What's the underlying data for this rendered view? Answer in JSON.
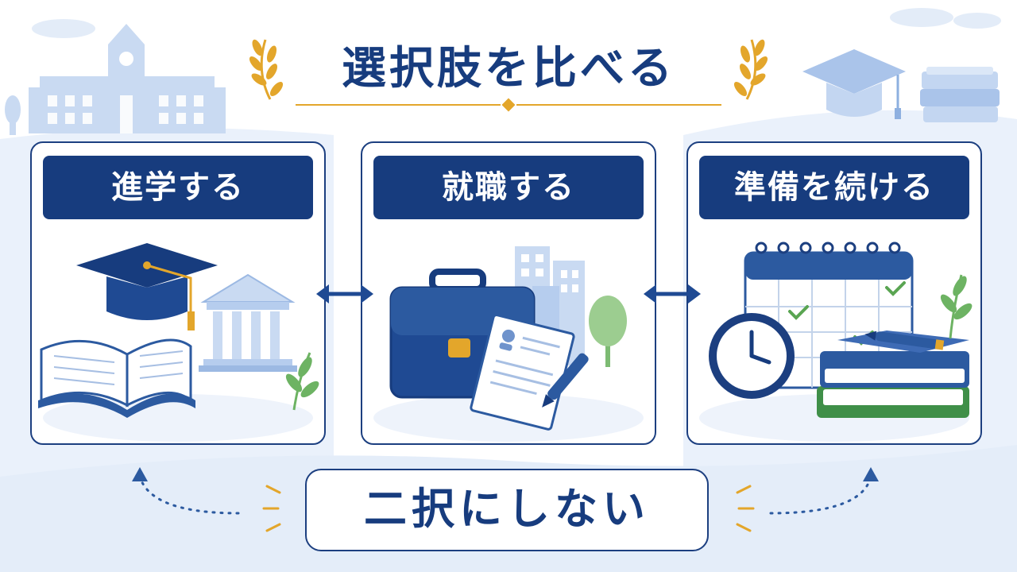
{
  "title": "選択肢を比べる",
  "options": [
    {
      "label": "進学する",
      "icon": "graduation-cap-icon"
    },
    {
      "label": "就職する",
      "icon": "briefcase-icon"
    },
    {
      "label": "準備を続ける",
      "icon": "calendar-icon"
    }
  ],
  "footer_label": "二択にしない",
  "colors": {
    "navy": "#173c7e",
    "light_blue": "#c9daf2",
    "gold": "#e3a62b",
    "green": "#5aa552",
    "background_tint": "#eaf1fb"
  }
}
